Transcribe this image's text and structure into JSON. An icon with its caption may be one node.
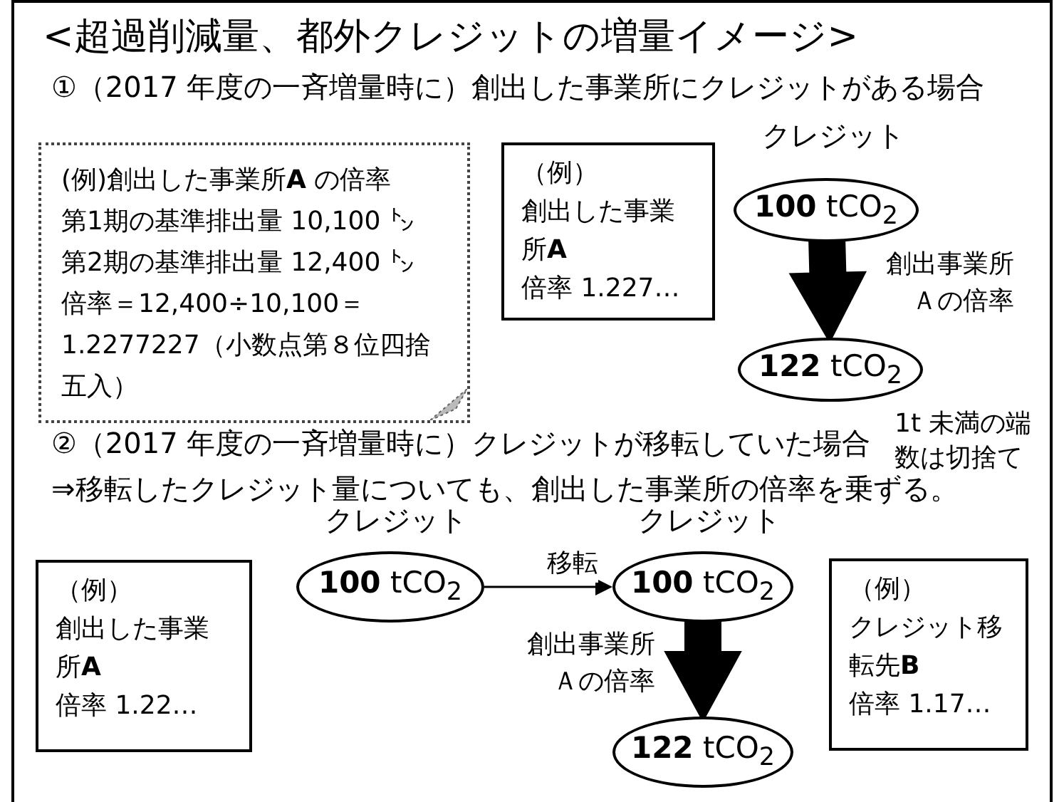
{
  "diagram": {
    "title": "<超過削減量、都外クレジットの増量イメージ>",
    "nodes": [
      {
        "text": [
          "(例)創出した事業所**A** の倍率",
          "第1期の基準排出量 10,100 ㌧",
          "第2期の基準排出量 12,400 ㌧",
          "倍率＝12,400÷10,100＝ 1.2277227（小数点第８位四捨五入）"
        ]
      },
      {
        "text": [
          "（例）",
          "創出した事業所**A**",
          "倍率 1.227…"
        ]
      },
      {
        "text": [
          "**100** tCO$_{2}$"
        ],
        "beside": [
          "クレジット"
        ]
      },
      {
        "text": [
          "**122** tCO$_{2}$"
        ]
      },
      {
        "text": [
          "（例）",
          "創出した事業所**A**",
          "倍率 1.22…"
        ]
      },
      {
        "text": [
          "**100** tCO$_{2}$"
        ],
        "beside": [
          "クレジット"
        ]
      },
      {
        "text": [
          "**100** tCO$_{2}$"
        ],
        "beside": [
          "クレジット"
        ]
      },
      {
        "text": [
          "**122** tCO$_{2}$"
        ]
      },
      {
        "text": [
          "（例）",
          "クレジット移転先**B**",
          "倍率 1.17…"
        ]
      }
    ],
    "edges": [
      {
        "from": 2,
        "to": 3,
        "arrow": "to",
        "style": "thick",
        "label": "創出事業所Ａの倍率"
      },
      {
        "from": 5,
        "to": 6,
        "arrow": "to",
        "label": "移転"
      },
      {
        "from": 6,
        "to": 7,
        "arrow": "to",
        "style": "thick",
        "label": "創出事業所Ａの倍率"
      }
    ],
    "labels": [
      "①（2017 年度の一斉増量時に）創出した事業所にクレジットがある場合",
      "1t 未満の端数は切捨て",
      "②（2017 年度の一斉増量時に）クレジットが移転していた場合",
      "⇒移転したクレジット量についても、創出した事業所の倍率を乗ずる。"
    ]
  }
}
